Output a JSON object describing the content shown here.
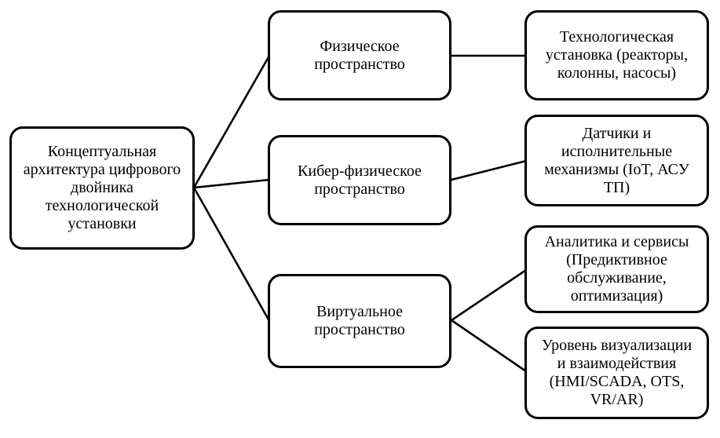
{
  "diagram": {
    "type": "hierarchy-flowchart",
    "colors": {
      "background": "#ffffff",
      "box_border": "#000000",
      "text": "#000000",
      "connector": "#000000"
    },
    "root": {
      "id": "root",
      "label": "Концептуальная\nархитектура цифрового\nдвойника\nтехнологической\nустановки"
    },
    "level2": [
      {
        "id": "physical",
        "parent": "root",
        "label": "Физическое\nпространство"
      },
      {
        "id": "cyber-physical",
        "parent": "root",
        "label": "Кибер-физическое\nпространство"
      },
      {
        "id": "virtual",
        "parent": "root",
        "label": "Виртуальное\nпространство"
      }
    ],
    "level3": [
      {
        "id": "plant",
        "parent": "physical",
        "label": "Технологическая\nустановка (реакторы,\nколонны, насосы)"
      },
      {
        "id": "sensors",
        "parent": "cyber-physical",
        "label": "Датчики и\nисполнительные\nмеханизмы (IoT, АСУ\nТП)"
      },
      {
        "id": "analytics",
        "parent": "virtual",
        "label": "Аналитика и сервисы\n(Предиктивное\nобслуживание,\nоптимизация)"
      },
      {
        "id": "visualization",
        "parent": "virtual",
        "label": "Уровень визуализации\nи взаимодействия\n(HMI/SCADA, OTS,\nVR/AR)"
      }
    ],
    "edges": [
      {
        "from": "root",
        "to": "physical"
      },
      {
        "from": "root",
        "to": "cyber-physical"
      },
      {
        "from": "root",
        "to": "virtual"
      },
      {
        "from": "physical",
        "to": "plant"
      },
      {
        "from": "cyber-physical",
        "to": "sensors"
      },
      {
        "from": "virtual",
        "to": "analytics"
      },
      {
        "from": "virtual",
        "to": "visualization"
      }
    ]
  }
}
